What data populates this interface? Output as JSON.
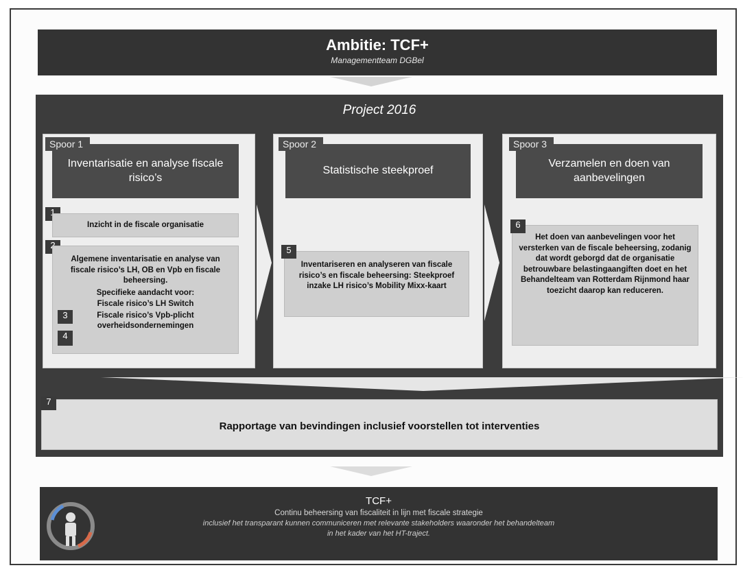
{
  "header": {
    "title": "Ambitie: TCF+",
    "subtitle": "Managementteam DGBel"
  },
  "project": {
    "title": "Project 2016"
  },
  "tracks": [
    {
      "label": "Spoor 1",
      "title": "Inventarisatie en analyse fiscale risico’s",
      "items": [
        {
          "number": "1",
          "text": "Inzicht in de fiscale organisatie"
        },
        {
          "number": "2",
          "text": "Algemene inventarisatie en analyse van fiscale risico’s LH, OB en Vpb en fiscale beheersing."
        },
        {
          "heading": "Specifieke aandacht voor:"
        },
        {
          "number": "3",
          "text": "Fiscale risico’s LH Switch"
        },
        {
          "number": "4",
          "text": "Fiscale risico’s Vpb-plicht overheidsondernemingen"
        }
      ]
    },
    {
      "label": "Spoor 2",
      "title": "Statistische steekproef",
      "items": [
        {
          "number": "5",
          "text": "Inventariseren en analyseren van fiscale risico’s en fiscale beheersing: Steekproef inzake LH risico’s Mobility Mixx-kaart"
        }
      ]
    },
    {
      "label": "Spoor 3",
      "title": "Verzamelen en doen van aanbevelingen",
      "items": [
        {
          "number": "6",
          "text": "Het doen van aanbevelingen voor het versterken van de fiscale beheersing, zodanig dat wordt geborgd dat de organisatie betrouwbare belastingaangiften doet en het Behandelteam van Rotterdam Rijnmond haar toezicht daarop kan reduceren."
        }
      ]
    }
  ],
  "report": {
    "number": "7",
    "text": "Rapportage van bevindingen inclusief voorstellen tot interventies"
  },
  "footer": {
    "title": "TCF+",
    "line1": "Continu beheersing van fiscaliteit in lijn met fiscale strategie",
    "line2": "inclusief het transparant kunnen communiceren met relevante stakeholders waaronder het behandelteam",
    "line3": "in het kader van het HT-traject."
  },
  "icons": {
    "logo": "person-cycle-icon"
  },
  "colors": {
    "dark_panel": "#3c3c3c",
    "banner": "#333333",
    "card": "#eeeeee",
    "item_box": "#cfcfcf"
  }
}
